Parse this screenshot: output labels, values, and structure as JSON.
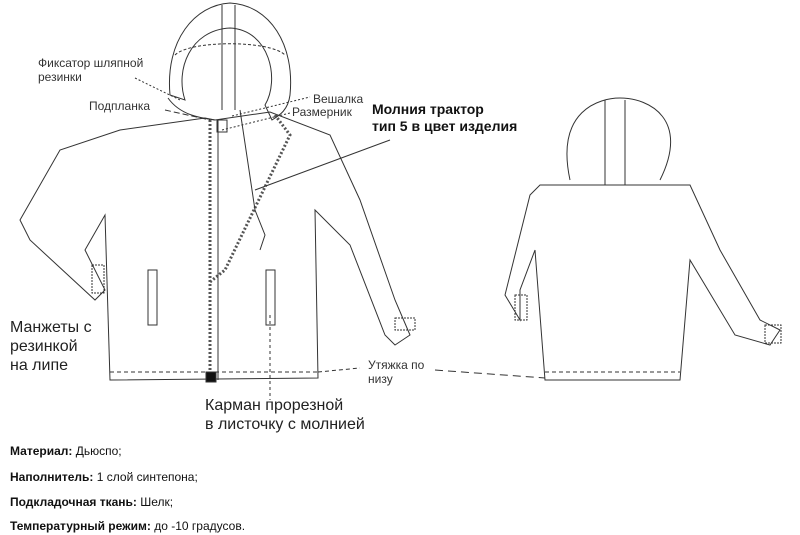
{
  "labels": {
    "hat_elastic_lock": [
      "Фиксатор шляпной",
      "резинки"
    ],
    "placket": "Подпланка",
    "hanger": "Вешалка",
    "size_tag": "Размерник",
    "zipper": [
      "Молния трактор",
      "тип 5 в цвет изделия"
    ],
    "cuffs": [
      "Манжеты с",
      "резинкой",
      "на липе"
    ],
    "pocket": [
      "Карман прорезной",
      "в листочку с молнией"
    ],
    "hem_drawstring": [
      "Утяжка по",
      "низу"
    ]
  },
  "specs": [
    {
      "key": "Материал:",
      "value": "Дьюспо;"
    },
    {
      "key": "Наполнитель:",
      "value": "1 слой синтепона;"
    },
    {
      "key": "Подкладочная ткань:",
      "value": "Шелк;"
    },
    {
      "key": "Температурный режим:",
      "value": "до -10 градусов."
    }
  ]
}
